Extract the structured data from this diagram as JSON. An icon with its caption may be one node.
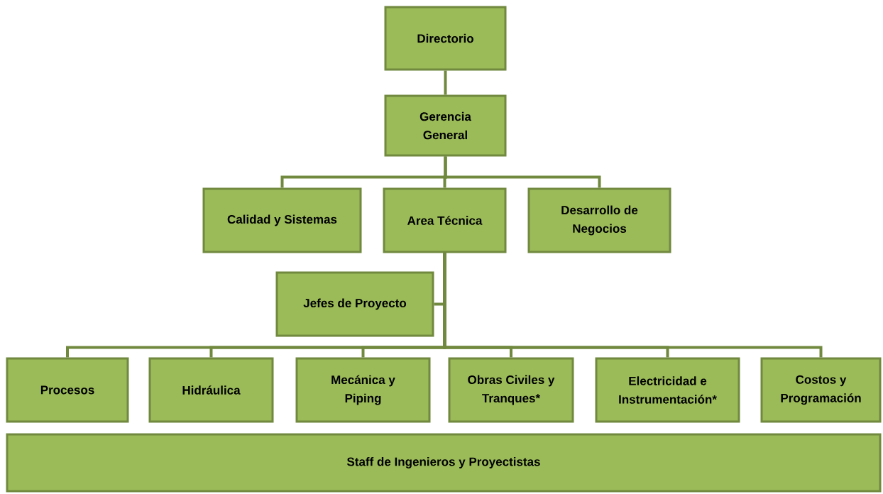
{
  "diagram": {
    "nodes": [
      {
        "text": [
          "Directorio"
        ]
      },
      {
        "text": [
          "Gerencia General"
        ]
      },
      {
        "text": [
          "Calidad y Sistemas"
        ]
      },
      {
        "text": [
          "Area Técnica"
        ]
      },
      {
        "text": [
          "Desarrollo de Negocios"
        ]
      },
      {
        "text": [
          "Jefes de Proyecto"
        ]
      },
      {
        "text": [
          "Procesos"
        ]
      },
      {
        "text": [
          "Hidráulica"
        ]
      },
      {
        "text": [
          "Mecánica y Piping"
        ]
      },
      {
        "text": [
          "Obras Civiles y Tranques*"
        ]
      },
      {
        "text": [
          "Electricidad e Instrumentación*"
        ]
      },
      {
        "text": [
          "Costos y Programación"
        ]
      },
      {
        "text": [
          "Staff de Ingenieros y Proyectistas"
        ]
      }
    ],
    "edges": [
      {
        "from": 0,
        "to": 1,
        "arrow": "none"
      },
      {
        "from": 1,
        "to": 2,
        "arrow": "none"
      },
      {
        "from": 1,
        "to": 3,
        "arrow": "none"
      },
      {
        "from": 1,
        "to": 4,
        "arrow": "none"
      },
      {
        "from": 3,
        "to": 5,
        "arrow": "none"
      },
      {
        "from": 3,
        "to": 6,
        "arrow": "none"
      },
      {
        "from": 3,
        "to": 7,
        "arrow": "none"
      },
      {
        "from": 3,
        "to": 8,
        "arrow": "none"
      },
      {
        "from": 3,
        "to": 9,
        "arrow": "none"
      },
      {
        "from": 3,
        "to": 10,
        "arrow": "none"
      },
      {
        "from": 3,
        "to": 11,
        "arrow": "none"
      }
    ]
  }
}
